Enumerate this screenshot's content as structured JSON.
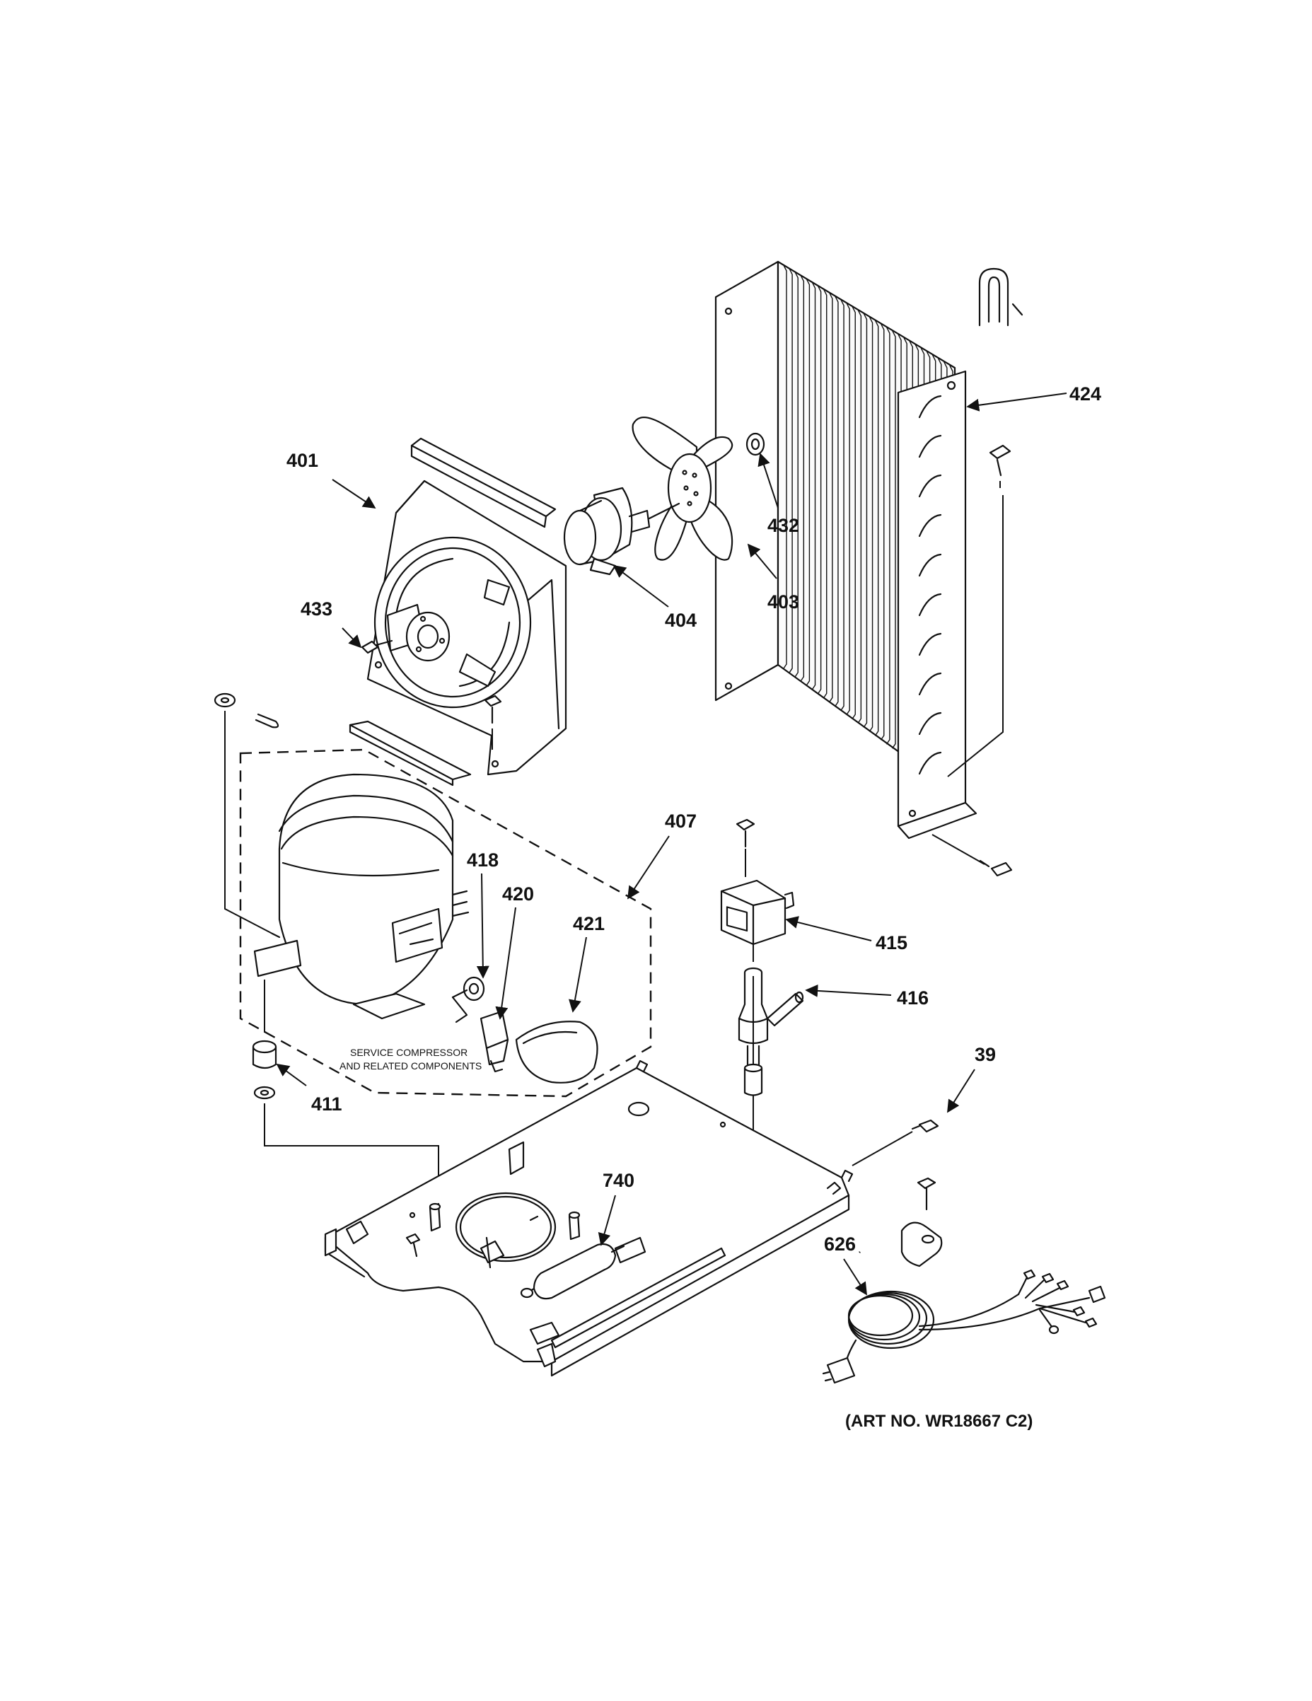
{
  "callouts": {
    "c401": "401",
    "c433": "433",
    "c404": "404",
    "c403": "403",
    "c432": "432",
    "c424": "424",
    "c407": "407",
    "c418": "418",
    "c420": "420",
    "c421": "421",
    "c411": "411",
    "c415": "415",
    "c416": "416",
    "c39": "39",
    "c740": "740",
    "c626": "626"
  },
  "notes": {
    "service_line1": "SERVICE COMPRESSOR",
    "service_line2": "AND RELATED COMPONENTS",
    "art_number": "(ART NO. WR18667 C2)"
  },
  "colors": {
    "ink": "#111111",
    "paper": "#ffffff"
  }
}
